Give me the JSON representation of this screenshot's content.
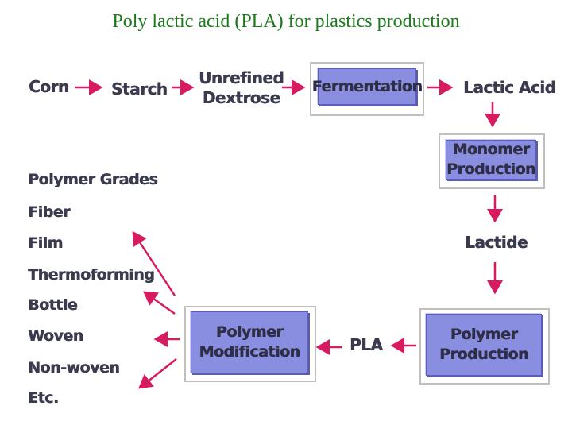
{
  "title": "Poly lactic acid (PLA) for plastics production",
  "colors": {
    "title": "#1a7a1a",
    "arrow": "#d81b60",
    "box_fill": "#8a8ee0",
    "text": "#3b3b4f"
  },
  "nodes": {
    "corn": "Corn",
    "starch": "Starch",
    "dextrose_line1": "Unrefined",
    "dextrose_line2": "Dextrose",
    "fermentation": "Fermentation",
    "lactic_acid": "Lactic Acid",
    "monomer_line1": "Monomer",
    "monomer_line2": "Production",
    "lactide": "Lactide",
    "polyprod_line1": "Polymer",
    "polyprod_line2": "Production",
    "pla": "PLA",
    "polymod_line1": "Polymer",
    "polymod_line2": "Modification"
  },
  "grades": {
    "heading": "Polymer Grades",
    "items": [
      "Fiber",
      "Film",
      "Thermoforming",
      "Bottle",
      "Woven",
      "Non-woven",
      "Etc."
    ]
  },
  "arrow_icon": "arrow-right-icon"
}
